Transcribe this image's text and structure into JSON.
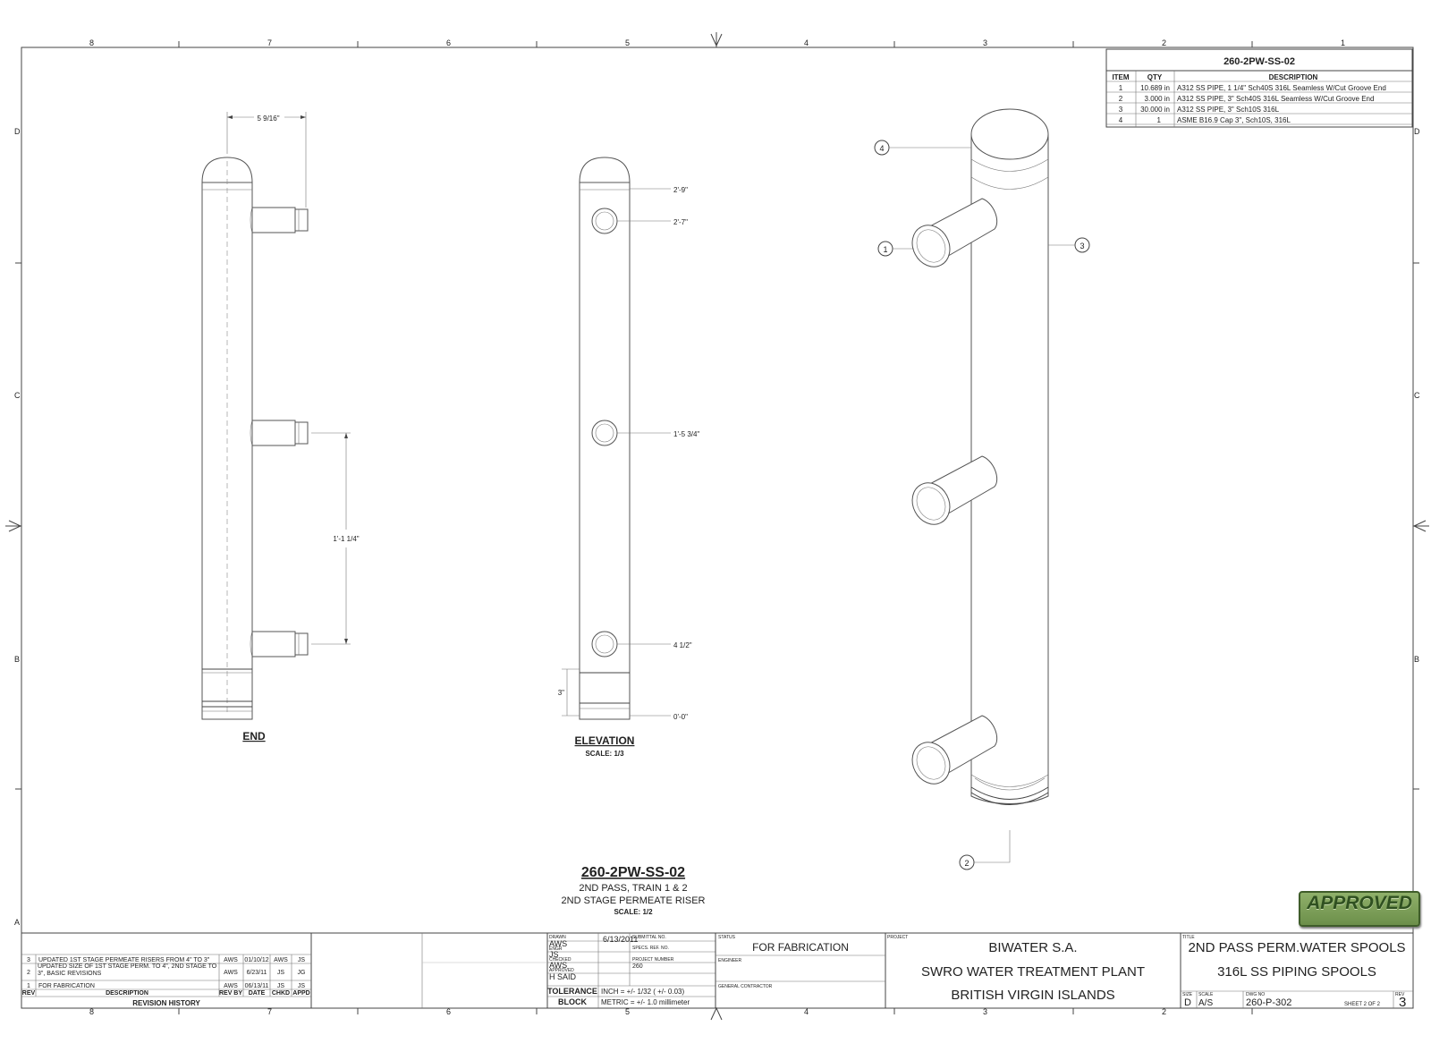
{
  "border": {
    "top_zones": [
      "8",
      "7",
      "6",
      "5",
      "4",
      "3",
      "2",
      "1"
    ],
    "bottom_zones": [
      "8",
      "7",
      "6",
      "5",
      "4",
      "3",
      "2"
    ],
    "side_zones": [
      "D",
      "C",
      "B",
      "A"
    ]
  },
  "bom": {
    "title": "260-2PW-SS-02",
    "headers": [
      "ITEM",
      "QTY",
      "DESCRIPTION"
    ],
    "rows": [
      [
        "1",
        "10.689 in",
        "A312 SS PIPE, 1 1/4\" Sch40S 316L Seamless W/Cut Groove End"
      ],
      [
        "2",
        "3.000 in",
        "A312 SS PIPE, 3\" Sch40S 316L Seamless W/Cut Groove End"
      ],
      [
        "3",
        "30.000 in",
        "A312 SS PIPE, 3\" Sch10S 316L"
      ],
      [
        "4",
        "1",
        "ASME B16.9 Cap 3\", Sch10S, 316L"
      ]
    ]
  },
  "end_view": {
    "label": "END",
    "dim_top": "5 9/16\"",
    "dim_side": "1'-1 1/4\""
  },
  "elevation_view": {
    "label": "ELEVATION",
    "scale": "SCALE: 1/3",
    "dims": [
      "2'-9\"",
      "2'-7\"",
      "1'-5 3/4\"",
      "4 1/2\"",
      "0'-0\"",
      "3\""
    ]
  },
  "iso_view": {
    "balloons": [
      "4",
      "1",
      "3",
      "2"
    ]
  },
  "part": {
    "number": "260-2PW-SS-02",
    "line1": "2ND PASS, TRAIN 1 & 2",
    "line2": "2ND STAGE PERMEATE RISER",
    "scale": "SCALE: 1/2"
  },
  "approved_stamp": "APPROVED",
  "revisions": {
    "title": "REVISION HISTORY",
    "headers": [
      "REV",
      "DESCRIPTION",
      "REV BY",
      "DATE",
      "CHKD",
      "APPD"
    ],
    "rows": [
      {
        "rev": "3",
        "desc": "UPDATED 1ST STAGE PERMEATE RISERS FROM 4\" TO 3\"",
        "by": "AWS",
        "date": "01/10/12",
        "chkd": "AWS",
        "appd": "JS"
      },
      {
        "rev": "2",
        "desc": "UPDATED SIZE OF 1ST STAGE PERM. TO 4\", 2ND STAGE TO 3\", BASIC REVISIONS",
        "by": "AWS",
        "date": "6/23/11",
        "chkd": "JS",
        "appd": "JG"
      },
      {
        "rev": "1",
        "desc": "FOR FABRICATION",
        "by": "AWS",
        "date": "06/13/11",
        "chkd": "JS",
        "appd": "JS"
      }
    ]
  },
  "title_block": {
    "drawn_label": "DRAWN",
    "drawn_by": "AWS",
    "drawn_date": "6/13/2011",
    "engr_label": "ENGR",
    "engr": "JS",
    "checked_label": "CHECKED",
    "checked": "AWS",
    "approved_label": "APPROVED",
    "approved": "H SAID",
    "submittal_label": "SUBMITTAL NO.",
    "spec_label": "SPECS. REF. NO.",
    "project_number_label": "PROJECT NUMBER",
    "project_number": "260",
    "tolerance_label_1": "TOLERANCE",
    "tolerance_label_2": "BLOCK",
    "tol_inch": "INCH = +/- 1/32 ( +/- 0.03)",
    "tol_metric": "METRIC = +/- 1.0 millimeter",
    "status_label": "STATUS",
    "status": "FOR FABRICATION",
    "engineer_label": "ENGINEER",
    "gc_label": "GENERAL CONTRACTOR",
    "project_label": "PROJECT",
    "company": "BIWATER S.A.",
    "plant": "SWRO WATER TREATMENT PLANT",
    "location": "BRITISH VIRGIN ISLANDS",
    "title_label": "TITLE",
    "title1": "2ND PASS PERM.WATER SPOOLS",
    "title2": "316L SS PIPING SPOOLS",
    "size_label": "SIZE",
    "size": "D",
    "scale_label": "SCALE",
    "scale": "A/S",
    "dwg_label": "DWG NO",
    "dwg_no": "260-P-302",
    "sheet": "SHEET 2  OF 2",
    "rev_label": "REV",
    "rev": "3"
  }
}
